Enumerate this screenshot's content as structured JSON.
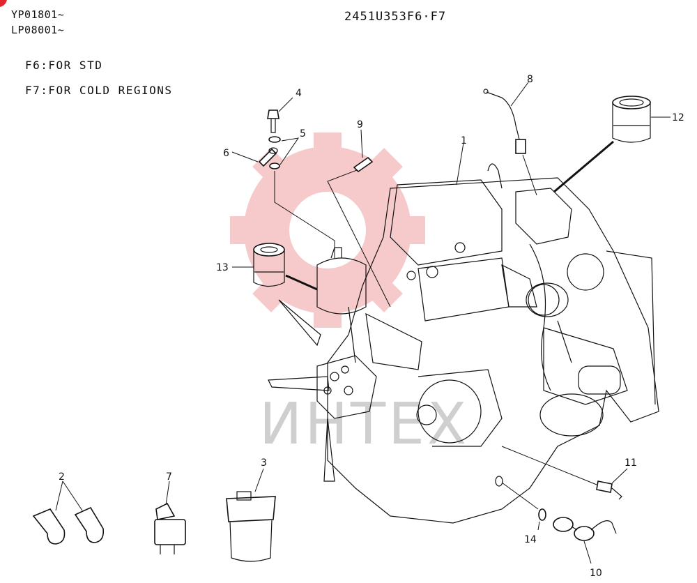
{
  "header": {
    "serial_1": "YP01801~",
    "serial_2": "LP08001~",
    "diagram_code": "2451U353F6·F7"
  },
  "notes": {
    "f6": "F6:FOR STD",
    "f7": "F7:FOR COLD REGIONS"
  },
  "callouts": {
    "c1": "1",
    "c2": "2",
    "c3": "3",
    "c4": "4",
    "c5": "5",
    "c6": "6",
    "c7": "7",
    "c8": "8",
    "c9": "9",
    "c10": "10",
    "c11": "11",
    "c12": "12",
    "c13": "13",
    "c14": "14"
  },
  "watermark": {
    "text": "ИHTEX",
    "color": "#e8676b"
  }
}
